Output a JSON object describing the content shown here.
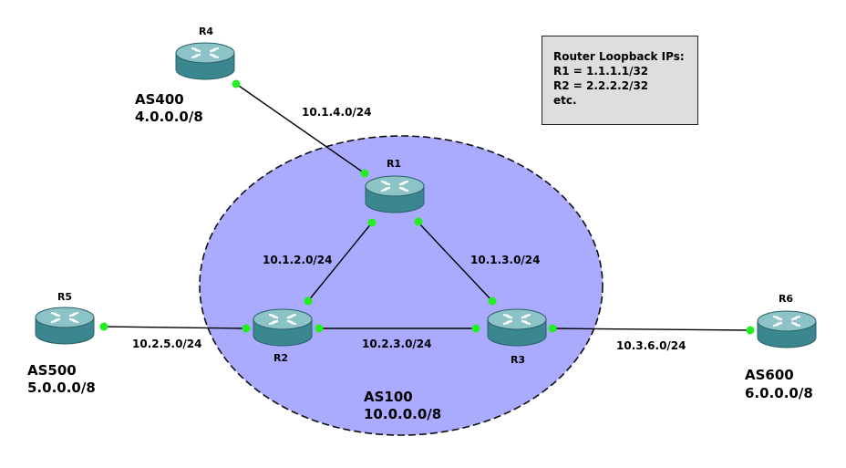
{
  "routers": {
    "r1": {
      "label": "R1"
    },
    "r2": {
      "label": "R2"
    },
    "r3": {
      "label": "R3"
    },
    "r4": {
      "label": "R4"
    },
    "r5": {
      "label": "R5"
    },
    "r6": {
      "label": "R6"
    }
  },
  "links": {
    "r4_r1": "10.1.4.0/24",
    "r1_r2": "10.1.2.0/24",
    "r1_r3": "10.1.3.0/24",
    "r5_r2": "10.2.5.0/24",
    "r2_r3": "10.2.3.0/24",
    "r3_r6": "10.3.6.0/24"
  },
  "as": {
    "as100": {
      "name": "AS100",
      "prefix": "10.0.0.0/8"
    },
    "as400": {
      "name": "AS400",
      "prefix": "4.0.0.0/8"
    },
    "as500": {
      "name": "AS500",
      "prefix": "5.0.0.0/8"
    },
    "as600": {
      "name": "AS600",
      "prefix": "6.0.0.0/8"
    }
  },
  "note": {
    "title": "Router Loopback IPs:",
    "line1": "R1 = 1.1.1.1/32",
    "line2": "R2 = 2.2.2.2/32",
    "line3": "etc."
  },
  "colors": {
    "as_region": "#aaaaff",
    "router_body": "#3d8a8f",
    "router_top": "#8fc4c6",
    "port": "#22ee22",
    "link": "#000000"
  }
}
